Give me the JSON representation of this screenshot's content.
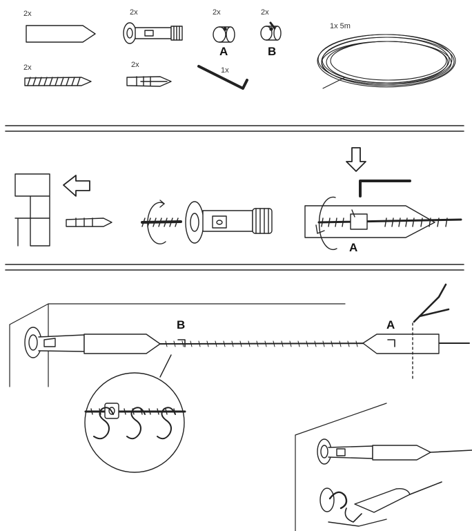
{
  "parts": {
    "end_cap_qty": "2x",
    "wall_bracket_qty": "2x",
    "clamp_a_qty": "2x",
    "clamp_b_qty": "2x",
    "wire_qty": "1x 5m",
    "screw_qty": "2x",
    "plug_qty": "2x",
    "hex_key_qty": "1x",
    "clamp_a_letter": "A",
    "clamp_b_letter": "B"
  },
  "assembly": {
    "tension_label": "A"
  },
  "installation": {
    "label_b": "B",
    "label_a": "A"
  }
}
